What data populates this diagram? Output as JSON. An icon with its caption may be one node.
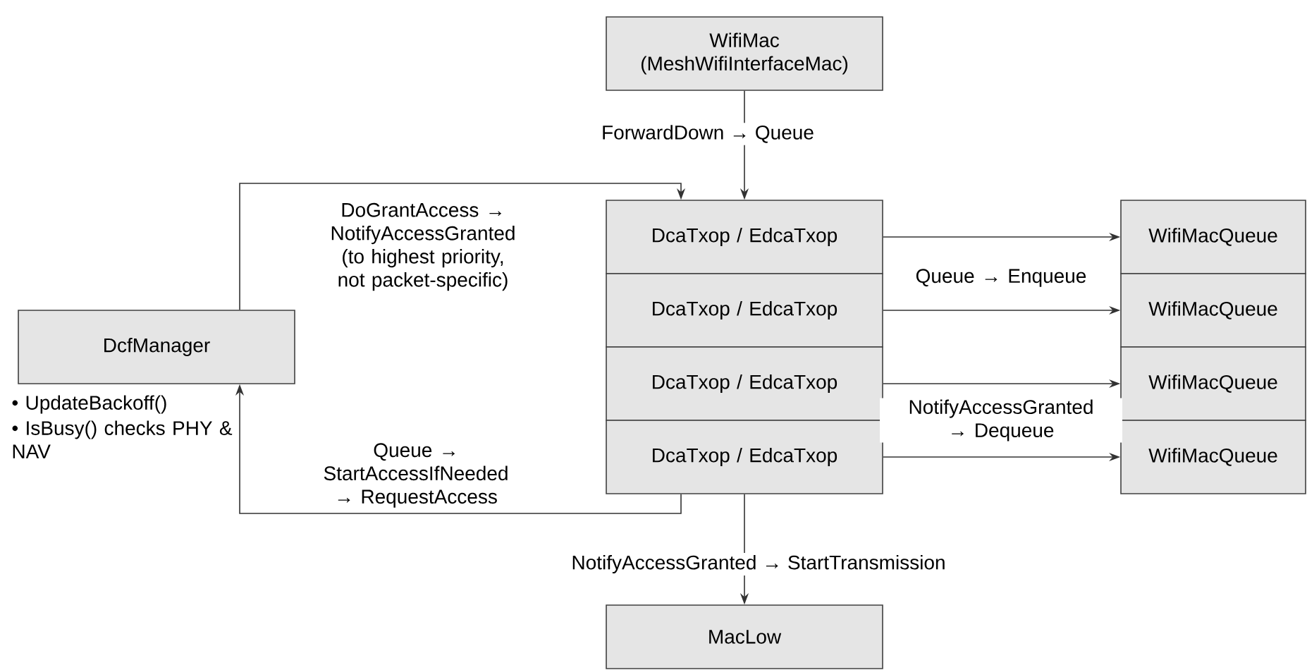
{
  "diagram": {
    "nodes": [
      {
        "text": [
          "WifiMac (MeshWifiInterfaceMac)"
        ]
      },
      {
        "text": [
          "DcfManager"
        ],
        "beside": [
          "• UpdateBackoff()",
          "• IsBusy() checks PHY & NAV"
        ]
      },
      {
        "text": [
          "DcaTxop / EdcaTxop"
        ]
      },
      {
        "text": [
          "DcaTxop / EdcaTxop"
        ]
      },
      {
        "text": [
          "DcaTxop / EdcaTxop"
        ]
      },
      {
        "text": [
          "DcaTxop / EdcaTxop"
        ]
      },
      {
        "text": [
          "WifiMacQueue"
        ]
      },
      {
        "text": [
          "WifiMacQueue"
        ]
      },
      {
        "text": [
          "WifiMacQueue"
        ]
      },
      {
        "text": [
          "WifiMacQueue"
        ]
      },
      {
        "text": [
          "MacLow"
        ]
      }
    ],
    "edges": [
      {
        "from": 0,
        "to": 2,
        "arrow": "to",
        "label": "ForwardDown → Queue"
      },
      {
        "from": 1,
        "to": 2,
        "arrow": "to",
        "label": "DoGrantAccess → NotifyAccessGranted (to highest priority, not packet-specific)"
      },
      {
        "from": 5,
        "to": 1,
        "arrow": "to",
        "label": "Queue → StartAccessIfNeeded → RequestAccess"
      },
      {
        "from": 2,
        "to": 6,
        "arrow": "to"
      },
      {
        "from": 3,
        "to": 7,
        "arrow": "to"
      },
      {
        "from": 4,
        "to": 8,
        "arrow": "to"
      },
      {
        "from": 5,
        "to": 9,
        "arrow": "to"
      },
      {
        "from": 5,
        "to": 10,
        "arrow": "to",
        "label": "NotifyAccessGranted → StartTransmission"
      }
    ],
    "labels": [
      "Queue → Enqueue",
      "NotifyAccessGranted → Dequeue"
    ]
  }
}
